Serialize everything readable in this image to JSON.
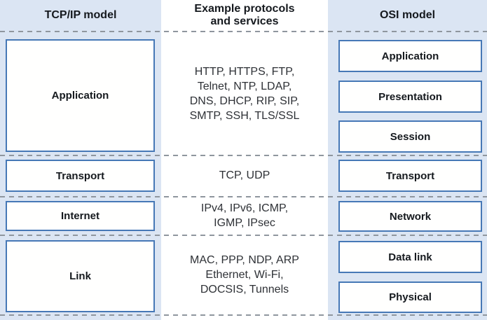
{
  "tcpip": {
    "title": "TCP/IP model",
    "layers": [
      "Application",
      "Transport",
      "Internet",
      "Link"
    ]
  },
  "protocols": {
    "title_lines": [
      "Example protocols",
      "and services"
    ],
    "rows": [
      {
        "lines": [
          "HTTP, HTTPS, FTP,",
          "Telnet, NTP, LDAP,",
          "DNS, DHCP, RIP, SIP,",
          "SMTP, SSH, TLS/SSL"
        ]
      },
      {
        "lines": [
          "TCP, UDP"
        ]
      },
      {
        "lines": [
          "IPv4, IPv6, ICMP,",
          "IGMP, IPsec"
        ]
      },
      {
        "lines": [
          "MAC, PPP, NDP, ARP",
          "Ethernet, Wi-Fi,",
          "DOCSIS, Tunnels"
        ]
      }
    ]
  },
  "osi": {
    "title": "OSI model",
    "layers": [
      "Application",
      "Presentation",
      "Session",
      "Transport",
      "Network",
      "Data link",
      "Physical"
    ]
  },
  "colors": {
    "column_bg": "#dbe5f3",
    "box_border": "#4678b6",
    "box_bg": "#fffffe",
    "dash": "#8f969e",
    "text": "#15191e"
  }
}
